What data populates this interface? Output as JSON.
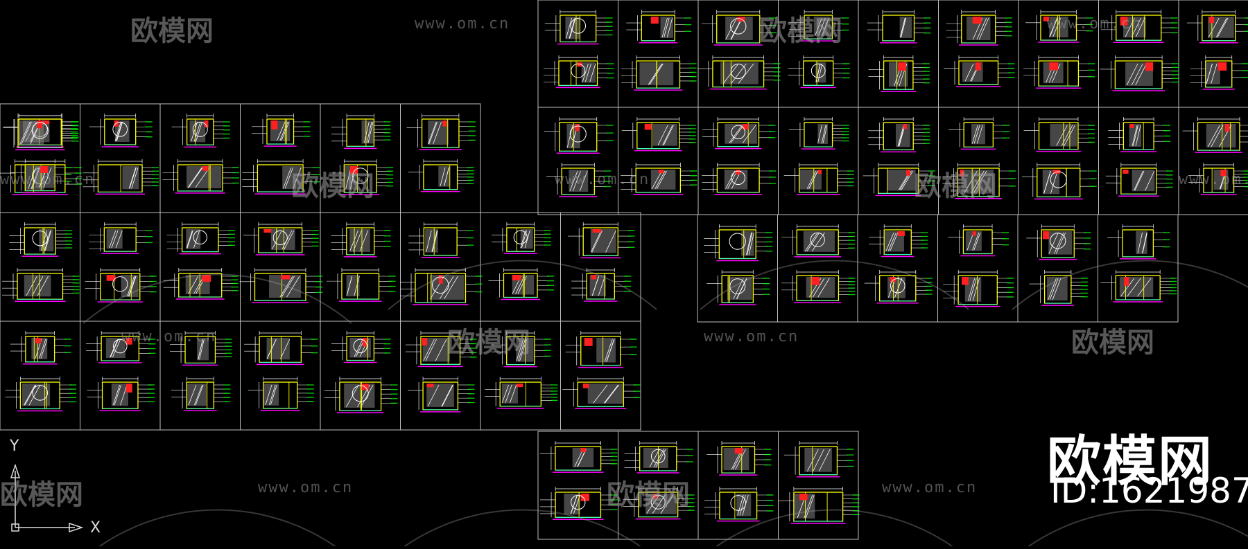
{
  "watermark": {
    "url": "www.om.cn",
    "brand": "欧模网"
  },
  "badge": {
    "brand": "欧模网",
    "id_text": "ID:1621987"
  },
  "ucs": {
    "x_label": "X",
    "y_label": "Y"
  },
  "colors": {
    "background": "#000000",
    "frame": "#bfbfbf",
    "yellow": "#ffff00",
    "white": "#ffffff",
    "red": "#ff2020",
    "magenta": "#ff00ff",
    "cyan": "#00ffff",
    "green": "#00ff00",
    "gray_fill": "#808080"
  }
}
